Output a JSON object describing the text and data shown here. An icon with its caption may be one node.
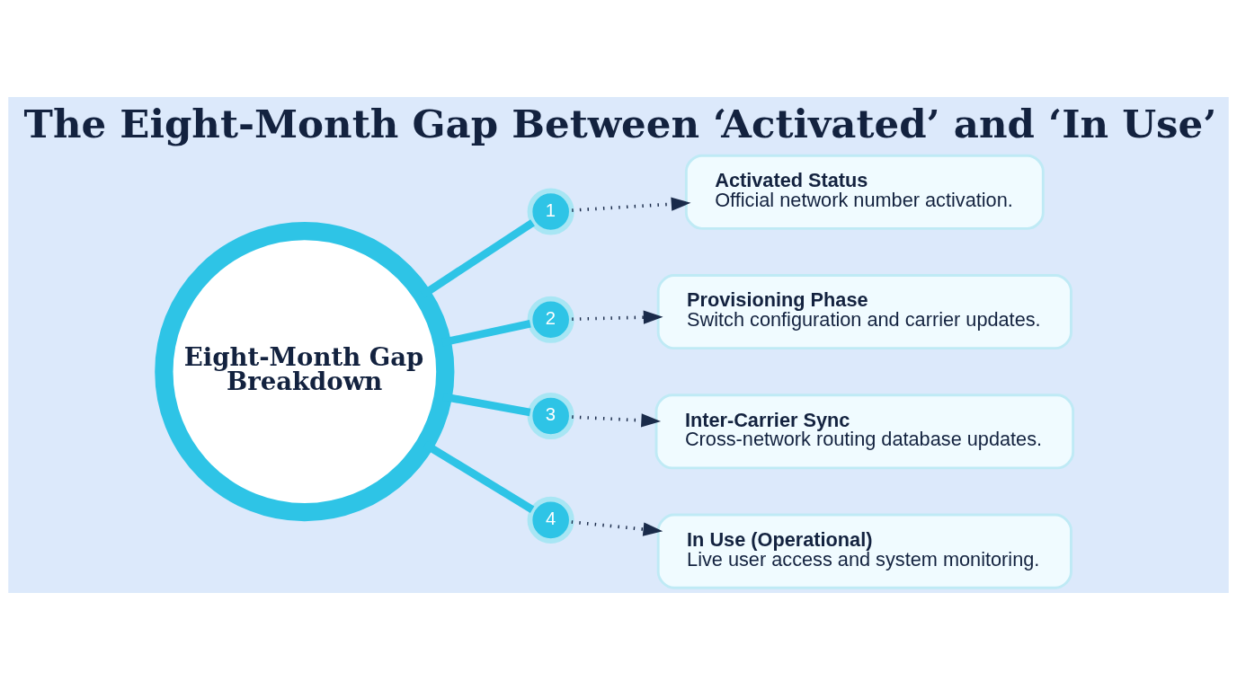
{
  "diagram": {
    "title": "The Eight-Month Gap Between ‘Activated’ and ‘In Use’",
    "nodes": [
      {
        "text": [
          "Eight-Month Gap Breakdown"
        ]
      },
      {
        "text": [
          "1"
        ]
      },
      {
        "text": [
          "2"
        ]
      },
      {
        "text": [
          "3"
        ]
      },
      {
        "text": [
          "4"
        ]
      },
      {
        "text": [
          "Activated Status",
          "Official network number activation."
        ]
      },
      {
        "text": [
          "Provisioning Phase",
          "Switch configuration and carrier updates."
        ]
      },
      {
        "text": [
          "Inter-Carrier Sync",
          "Cross-network routing database updates."
        ]
      },
      {
        "text": [
          "In Use (Operational)",
          "Live user access and system monitoring."
        ]
      }
    ],
    "edges": [
      {
        "from": 0,
        "to": 1,
        "arrow": "none",
        "style": "thick"
      },
      {
        "from": 0,
        "to": 2,
        "arrow": "none",
        "style": "thick"
      },
      {
        "from": 0,
        "to": 3,
        "arrow": "none",
        "style": "thick"
      },
      {
        "from": 0,
        "to": 4,
        "arrow": "none",
        "style": "thick"
      },
      {
        "from": 1,
        "to": 5,
        "arrow": "to",
        "style": "dashed",
        "color": "#1a2b4a"
      },
      {
        "from": 2,
        "to": 6,
        "arrow": "to",
        "style": "dashed",
        "color": "#1a2b4a"
      },
      {
        "from": 3,
        "to": 7,
        "arrow": "to",
        "style": "dashed",
        "color": "#1a2b4a"
      },
      {
        "from": 4,
        "to": 8,
        "arrow": "to",
        "style": "dashed",
        "color": "#1a2b4a"
      }
    ]
  }
}
